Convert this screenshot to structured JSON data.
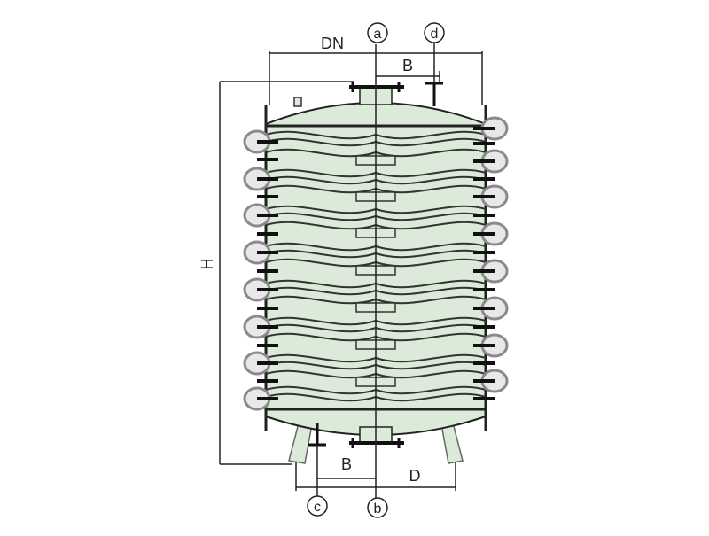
{
  "diagram": {
    "dimensions": {
      "diameter_label": "DN",
      "height_label": "H",
      "top_offset_label": "B",
      "bottom_offset_label": "B",
      "leg_spacing_label": "D"
    },
    "nozzles": {
      "a": "a",
      "b": "b",
      "c": "c",
      "d": "d"
    },
    "plates_count": 8,
    "colors": {
      "vessel_fill": "#dcebd9",
      "line": "#222222",
      "coil_stroke": "#8a8a8a",
      "coil_fill": "#e8e8e8",
      "bolt": "#111111"
    }
  }
}
